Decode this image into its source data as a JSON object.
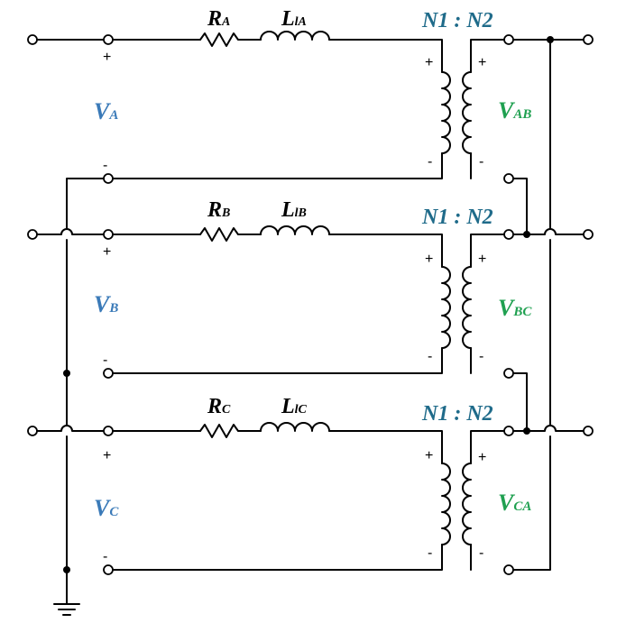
{
  "colors": {
    "source": "#3a7ab8",
    "transformer": "#1f6b8a",
    "secondary": "#1fa050",
    "wire": "#000000"
  },
  "phases": [
    {
      "id": "A",
      "resistor": {
        "main": "R",
        "sub": "A"
      },
      "inductor": {
        "main": "L",
        "sub": "lA"
      },
      "source": {
        "main": "V",
        "sub": "A"
      },
      "ratio": "N1 : N2",
      "secondary": {
        "main": "V",
        "sub": "AB"
      }
    },
    {
      "id": "B",
      "resistor": {
        "main": "R",
        "sub": "B"
      },
      "inductor": {
        "main": "L",
        "sub": "lB"
      },
      "source": {
        "main": "V",
        "sub": "B"
      },
      "ratio": "N1 : N2",
      "secondary": {
        "main": "V",
        "sub": "BC"
      }
    },
    {
      "id": "C",
      "resistor": {
        "main": "R",
        "sub": "C"
      },
      "inductor": {
        "main": "L",
        "sub": "lC"
      },
      "source": {
        "main": "V",
        "sub": "C"
      },
      "ratio": "N1 : N2",
      "secondary": {
        "main": "V",
        "sub": "CA"
      }
    }
  ],
  "polarity": {
    "plus": "+",
    "minus": "-"
  }
}
